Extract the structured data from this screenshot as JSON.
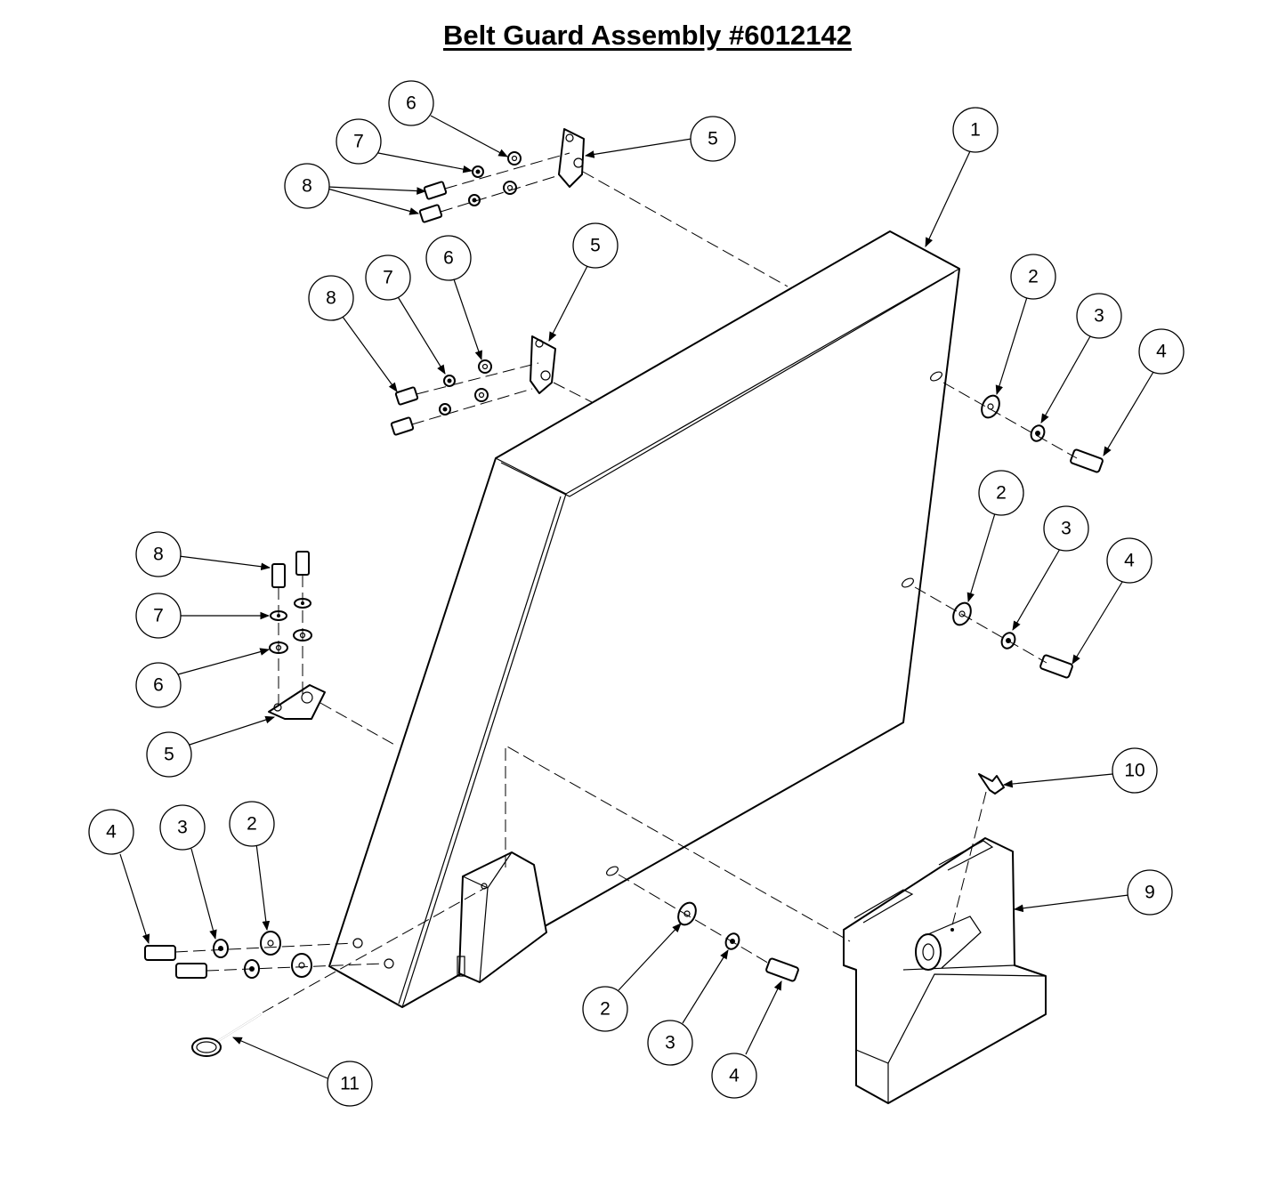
{
  "title": "Belt Guard Assembly #6012142",
  "callouts": [
    {
      "id": "callout-1",
      "label": "1"
    },
    {
      "id": "callout-2a",
      "label": "2"
    },
    {
      "id": "callout-2b",
      "label": "2"
    },
    {
      "id": "callout-2c",
      "label": "2"
    },
    {
      "id": "callout-2d",
      "label": "2"
    },
    {
      "id": "callout-3a",
      "label": "3"
    },
    {
      "id": "callout-3b",
      "label": "3"
    },
    {
      "id": "callout-3c",
      "label": "3"
    },
    {
      "id": "callout-3d",
      "label": "3"
    },
    {
      "id": "callout-4a",
      "label": "4"
    },
    {
      "id": "callout-4b",
      "label": "4"
    },
    {
      "id": "callout-4c",
      "label": "4"
    },
    {
      "id": "callout-4d",
      "label": "4"
    },
    {
      "id": "callout-5a",
      "label": "5"
    },
    {
      "id": "callout-5b",
      "label": "5"
    },
    {
      "id": "callout-5c",
      "label": "5"
    },
    {
      "id": "callout-6a",
      "label": "6"
    },
    {
      "id": "callout-6b",
      "label": "6"
    },
    {
      "id": "callout-6c",
      "label": "6"
    },
    {
      "id": "callout-7a",
      "label": "7"
    },
    {
      "id": "callout-7b",
      "label": "7"
    },
    {
      "id": "callout-7c",
      "label": "7"
    },
    {
      "id": "callout-8a",
      "label": "8"
    },
    {
      "id": "callout-8b",
      "label": "8"
    },
    {
      "id": "callout-8c",
      "label": "8"
    },
    {
      "id": "callout-9",
      "label": "9"
    },
    {
      "id": "callout-10",
      "label": "10"
    },
    {
      "id": "callout-11",
      "label": "11"
    }
  ]
}
